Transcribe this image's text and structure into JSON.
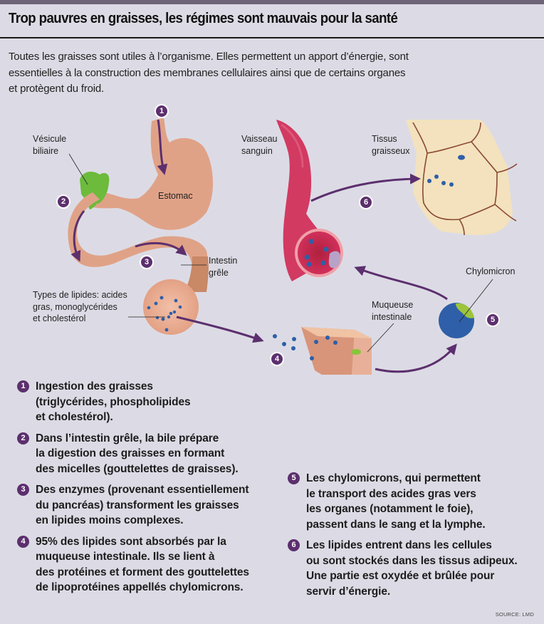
{
  "header": {
    "title": "Trop pauvres en graisses, les régimes sont mauvais pour la santé"
  },
  "intro": {
    "lines": [
      "Toutes les graisses sont utiles à l’organisme. Elles permettent un apport d’énergie, sont",
      "essentielles à la construction des membranes cellulaires ainsi que de certains organes",
      "et protègent du froid."
    ]
  },
  "diagram": {
    "labels": {
      "vesicule": [
        "Vésicule",
        "biliaire"
      ],
      "estomac": "Estomac",
      "intestin": [
        "Intestin",
        "grêle"
      ],
      "lipides": [
        "Types de lipides: acides",
        "gras, monoglycérides",
        "et cholestérol"
      ],
      "vaisseau": [
        "Vaisseau",
        "sanguin"
      ],
      "tissus": [
        "Tissus",
        "graisseux"
      ],
      "chylomicron": "Chylomicron",
      "muqueuse": [
        "Muqueuse",
        "intestinale"
      ]
    },
    "badges": [
      "1",
      "2",
      "3",
      "4",
      "5",
      "6"
    ],
    "colors": {
      "background": "#dcdbe5",
      "accent_purple": "#5c2f6e",
      "organ_flesh": "#e0a287",
      "gallbladder_green": "#6cbb3c",
      "vessel_red": "#d23a62",
      "fat_tissue": "#f3e2bd",
      "fat_outline": "#8a4a32",
      "lipid_blue": "#2e5fa8",
      "chylomicron_green": "#9cc43c"
    }
  },
  "steps": [
    {
      "num": "1",
      "lines": [
        "Ingestion des graisses",
        "(triglycérides, phospholipides",
        "et cholestérol)."
      ]
    },
    {
      "num": "2",
      "lines": [
        "Dans l’intestin grêle, la bile prépare",
        "la digestion des graisses en formant",
        "des micelles (gouttelettes de graisses)."
      ]
    },
    {
      "num": "3",
      "lines": [
        "Des enzymes (provenant essentiellement",
        "du pancréas) transforment les graisses",
        "en lipides moins complexes."
      ]
    },
    {
      "num": "4",
      "lines": [
        "95% des lipides sont absorbés par la",
        "muqueuse intestinale. Ils se lient à",
        "des protéines et forment des gouttelettes",
        "de lipoprotéines appellés chylomicrons."
      ]
    },
    {
      "num": "5",
      "lines": [
        "Les chylomicrons, qui permettent",
        "le transport des acides gras vers",
        "les organes (notamment le foie),",
        "passent dans le sang et la lymphe."
      ]
    },
    {
      "num": "6",
      "lines": [
        "Les lipides entrent dans les cellules",
        "ou sont stockés dans les tissus adipeux.",
        "Une partie est oxydée et brûlée pour",
        "servir d’énergie."
      ]
    }
  ],
  "footer": {
    "source": "SOURCE: LMD"
  }
}
